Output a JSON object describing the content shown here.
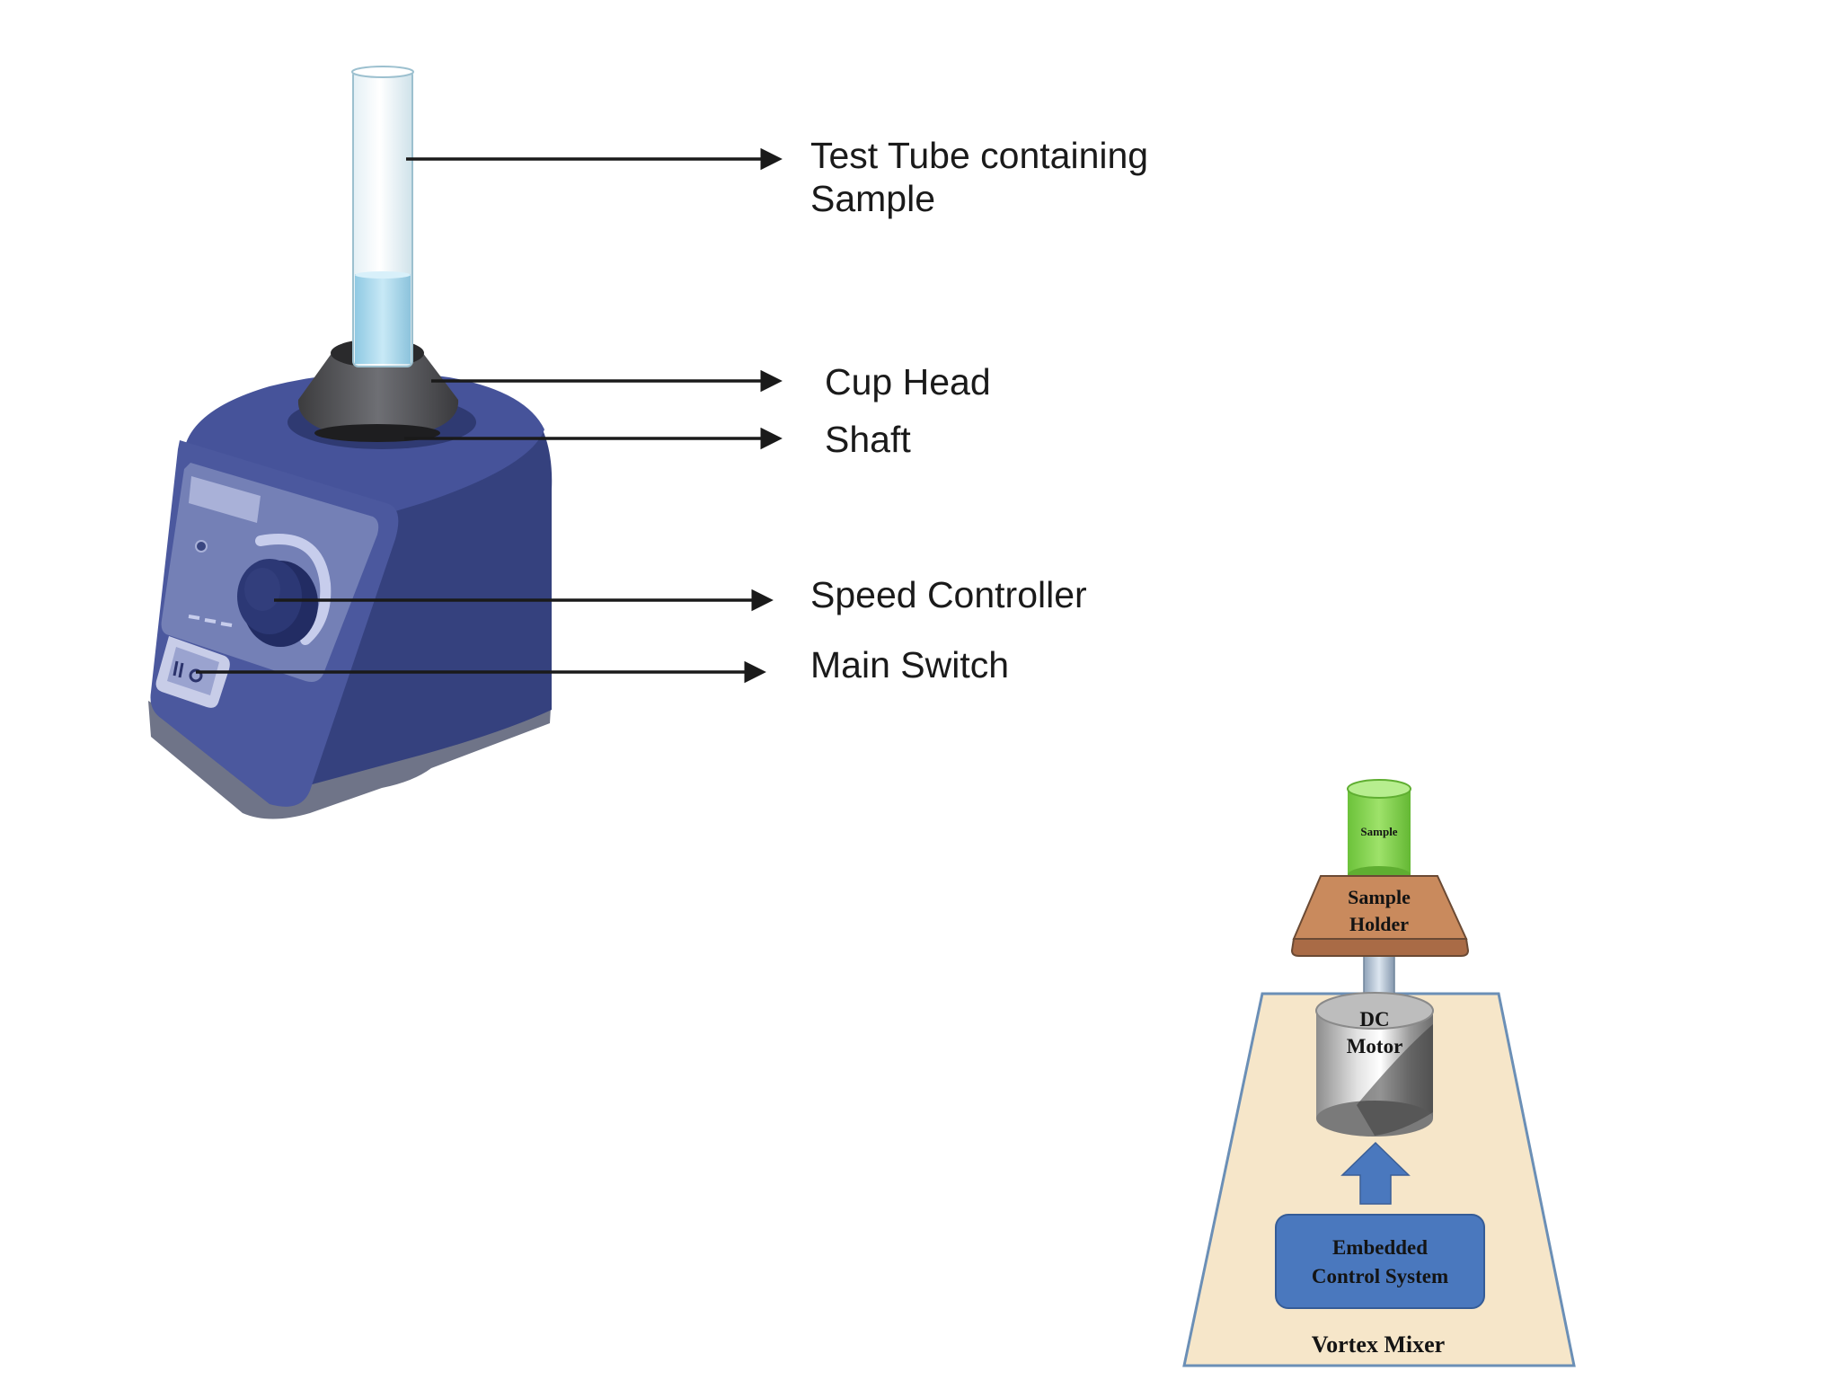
{
  "diagram": {
    "vortex_labels": {
      "test_tube_line1": "Test Tube containing",
      "test_tube_line2": "Sample",
      "cup_head": "Cup Head",
      "shaft": "Shaft",
      "speed_controller": "Speed Controller",
      "main_switch": "Main Switch"
    },
    "schematic": {
      "sample": "Sample",
      "sample_holder_line1": "Sample",
      "sample_holder_line2": "Holder",
      "dc_motor_line1": "DC",
      "dc_motor_line2": "Motor",
      "control_line1": "Embedded",
      "control_line2": "Control System",
      "footer": "Vortex Mixer"
    },
    "colors": {
      "mixer_body": "#3d4a8a",
      "panel": "#5d6aa3",
      "tube_liquid": "#a9d8ec",
      "sample_green": "#7fd04a",
      "holder_brown": "#c98a5d",
      "schematic_bg": "#f6e6c9",
      "control_blue": "#4a78be"
    }
  }
}
